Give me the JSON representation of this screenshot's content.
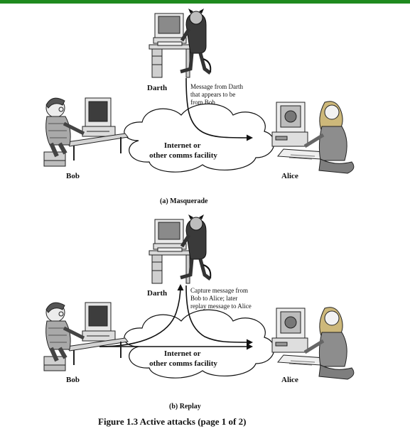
{
  "colors": {
    "top_bar": "#1f8a1f",
    "arrow": "#111111"
  },
  "panel_a": {
    "darth_label": "Darth",
    "note_lines": [
      "Message from Darth",
      "that appears to be",
      "from Bob"
    ],
    "cloud_lines": [
      "Internet or",
      "other comms facility"
    ],
    "bob_label": "Bob",
    "alice_label": "Alice",
    "caption": "(a) Masquerade"
  },
  "panel_b": {
    "darth_label": "Darth",
    "note_lines": [
      "Capture message from",
      "Bob to Alice; later",
      "replay message to Alice"
    ],
    "cloud_lines": [
      "Internet or",
      "other comms facility"
    ],
    "bob_label": "Bob",
    "alice_label": "Alice",
    "caption": "(b) Replay"
  },
  "figure_caption": "Figure 1.3   Active attacks (page 1 of 2)"
}
